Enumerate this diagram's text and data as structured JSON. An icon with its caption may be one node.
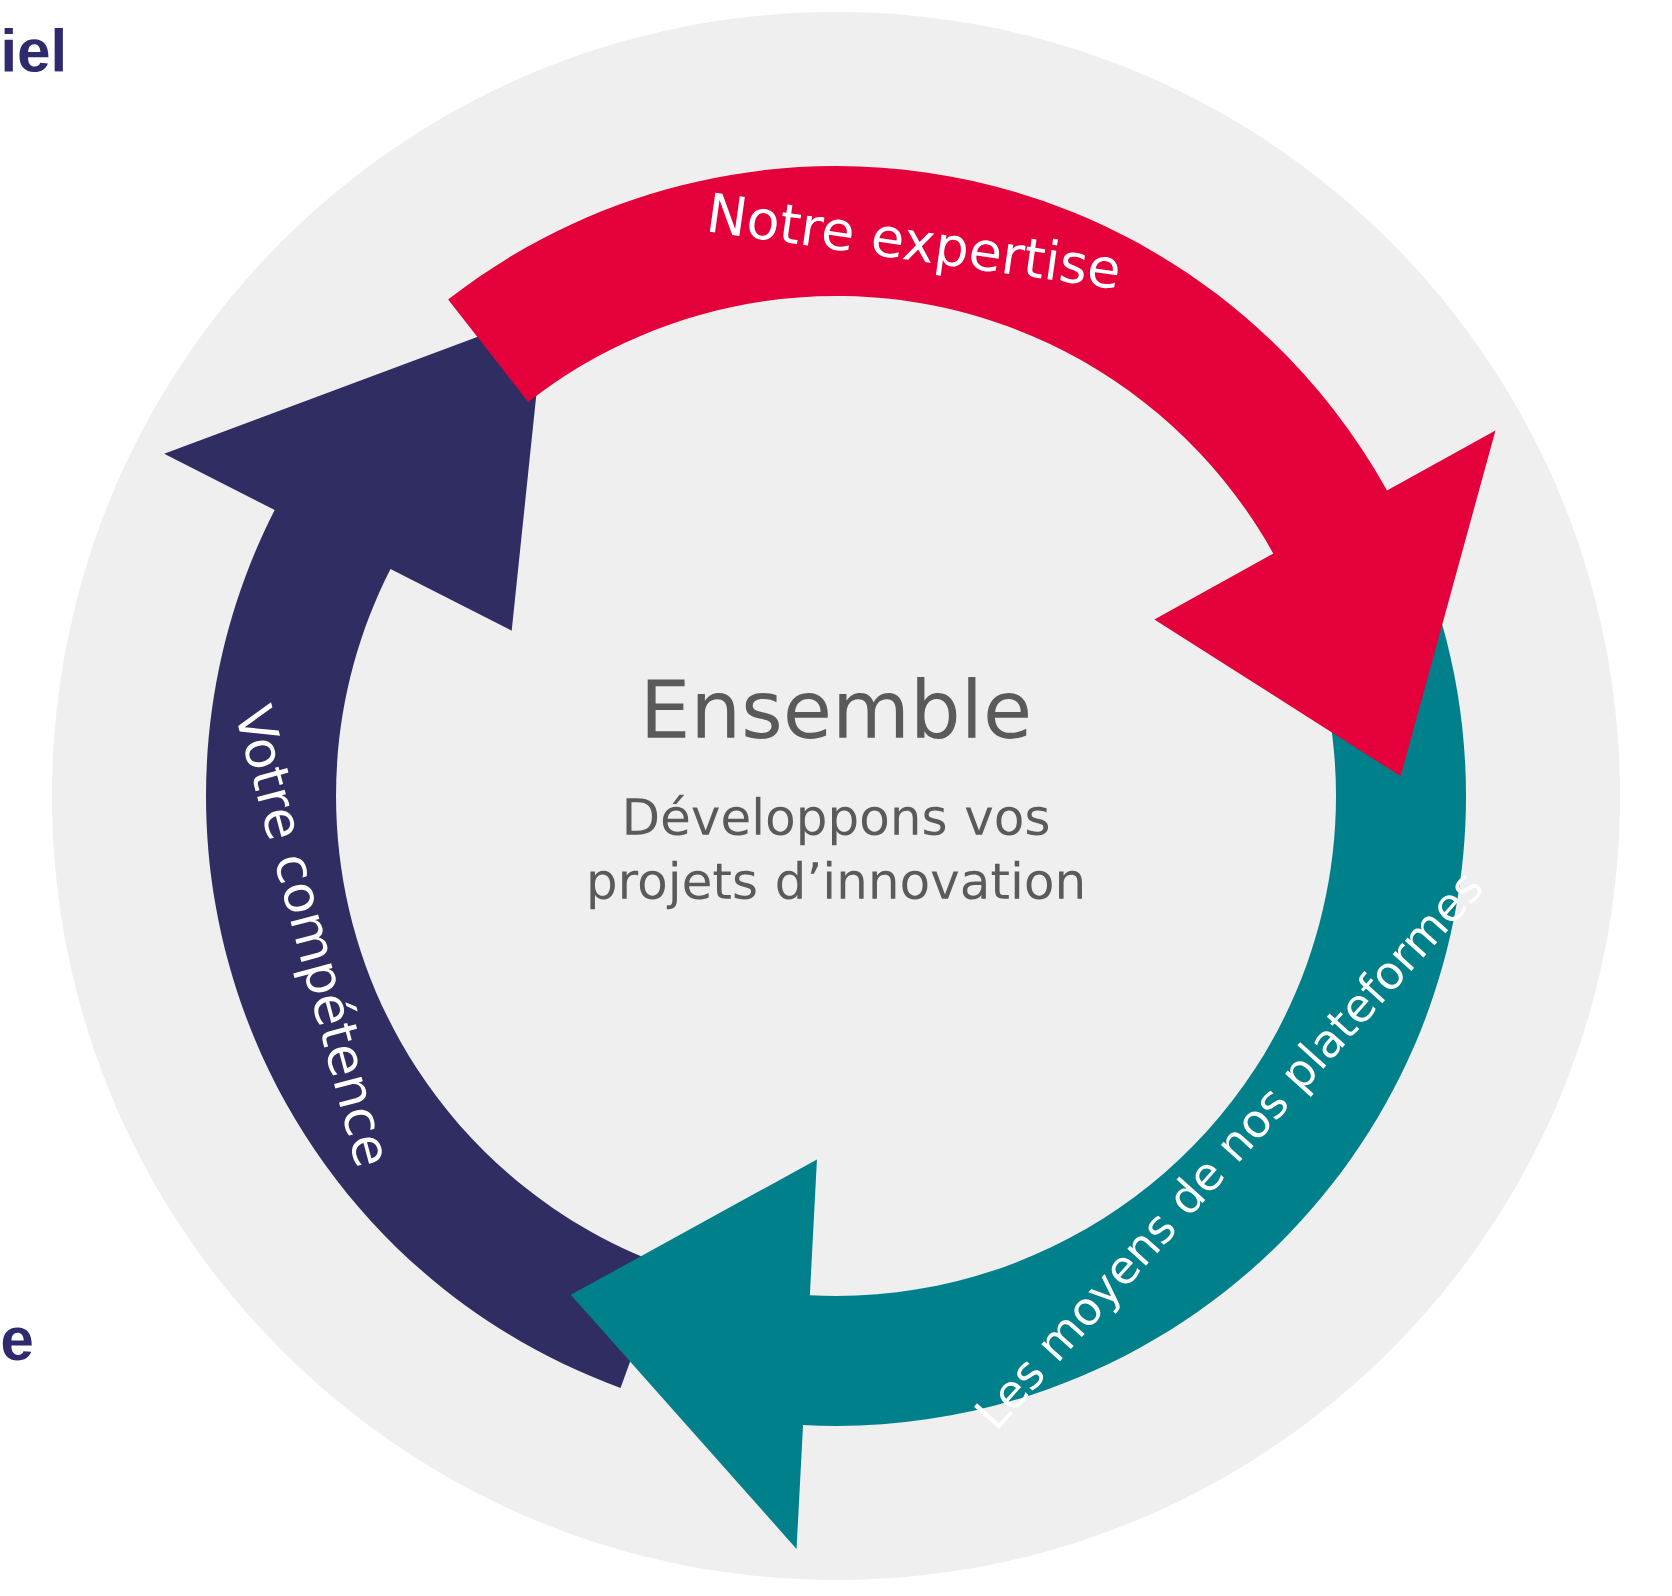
{
  "diagram": {
    "nodes": [
      {
        "text": [
          "Ensemble",
          "Développons vos projets d’innovation"
        ]
      }
    ],
    "labels": [
      "iel",
      "Notre expertise",
      "Votre compétence",
      "Les moyens de nos plateformes",
      "e"
    ]
  }
}
